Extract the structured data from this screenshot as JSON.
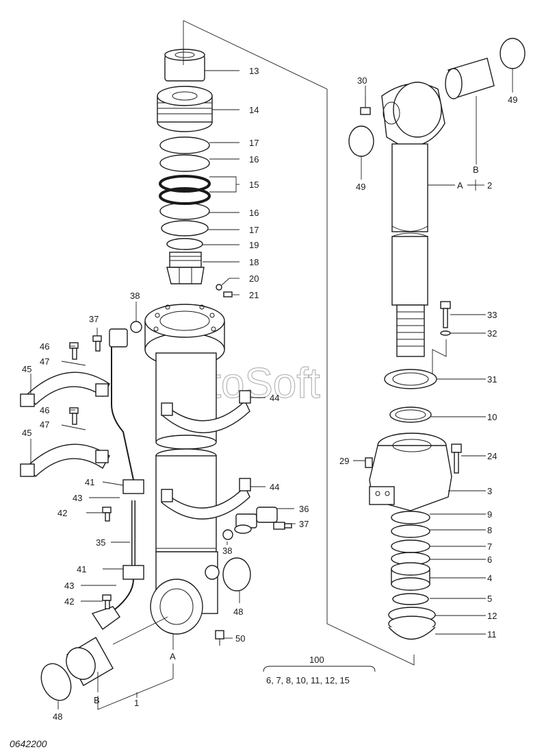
{
  "watermark": "AutoSoft",
  "drawing_code": "0642200",
  "kit": {
    "number": "100",
    "contents": "6, 7, 8, 10, 11, 12, 15"
  },
  "labels": {
    "p13": "13",
    "p14": "14",
    "p17a": "17",
    "p16a": "16",
    "p15": "15",
    "p16b": "16",
    "p17b": "17",
    "p19": "19",
    "p18": "18",
    "p20": "20",
    "p21": "21",
    "p38a": "38",
    "p37a": "37",
    "p46a": "46",
    "p47a": "47",
    "p45a": "45",
    "p44a": "44",
    "p46b": "46",
    "p47b": "47",
    "p45b": "45",
    "p41a": "41",
    "p43a": "43",
    "p42a": "42",
    "p44b": "44",
    "p36": "36",
    "p37b": "37",
    "p35": "35",
    "p38b": "38",
    "p41b": "41",
    "p43b": "43",
    "p42b": "42",
    "p48a": "48",
    "p50": "50",
    "pA1": "A",
    "pB1": "B",
    "p1": "1",
    "p48b": "48",
    "p30": "30",
    "p49a": "49",
    "p49b": "49",
    "pB2": "B",
    "pA2": "A",
    "p2": "2",
    "p33": "33",
    "p32": "32",
    "p31": "31",
    "p10": "10",
    "p29": "29",
    "p24": "24",
    "p3": "3",
    "p9": "9",
    "p8": "8",
    "p7": "7",
    "p6": "6",
    "p4": "4",
    "p5": "5",
    "p12": "12",
    "p11": "11"
  },
  "icons": {
    "cylinder_tube": "cylinder-tube-icon",
    "piston_rod": "piston-rod-icon",
    "piston": "piston-icon",
    "cylinder_head": "cylinder-head-icon",
    "pipe_clamp": "pipe-clamp-icon",
    "bushing": "bushing-icon",
    "seal_ring": "seal-ring-icon",
    "bolt": "bolt-icon",
    "grease_nipple": "grease-nipple-icon"
  }
}
